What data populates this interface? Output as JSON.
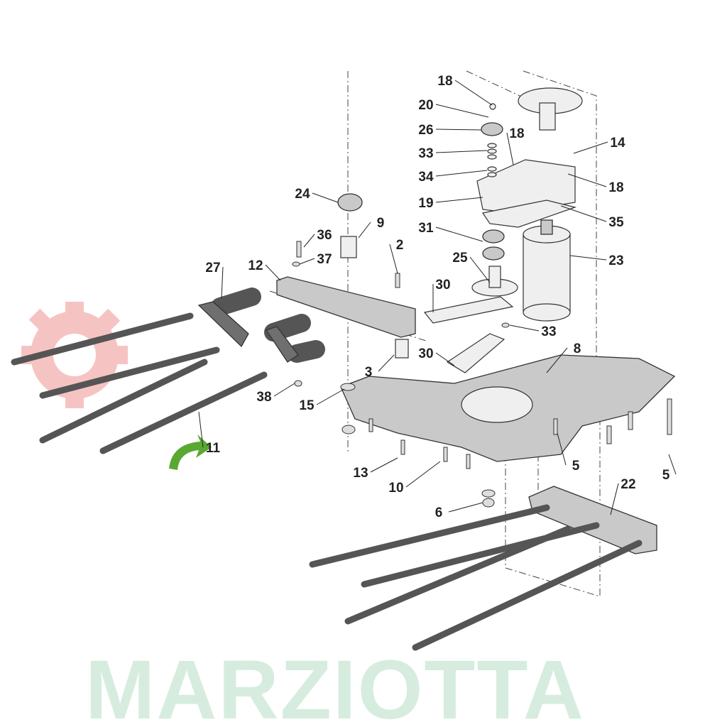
{
  "watermark": {
    "text": "MARZIOTTA",
    "color": "#cfe9da",
    "gear_color": "#f5b5b5"
  },
  "arrow_color": "#5aa832",
  "callouts": [
    "18",
    "20",
    "26",
    "33",
    "34",
    "19",
    "31",
    "25",
    "30",
    "18",
    "14",
    "18",
    "35",
    "23",
    "33",
    "8",
    "30",
    "24",
    "9",
    "36",
    "37",
    "2",
    "27",
    "12",
    "3",
    "38",
    "15",
    "11",
    "13",
    "10",
    "6",
    "5",
    "5",
    "22"
  ]
}
